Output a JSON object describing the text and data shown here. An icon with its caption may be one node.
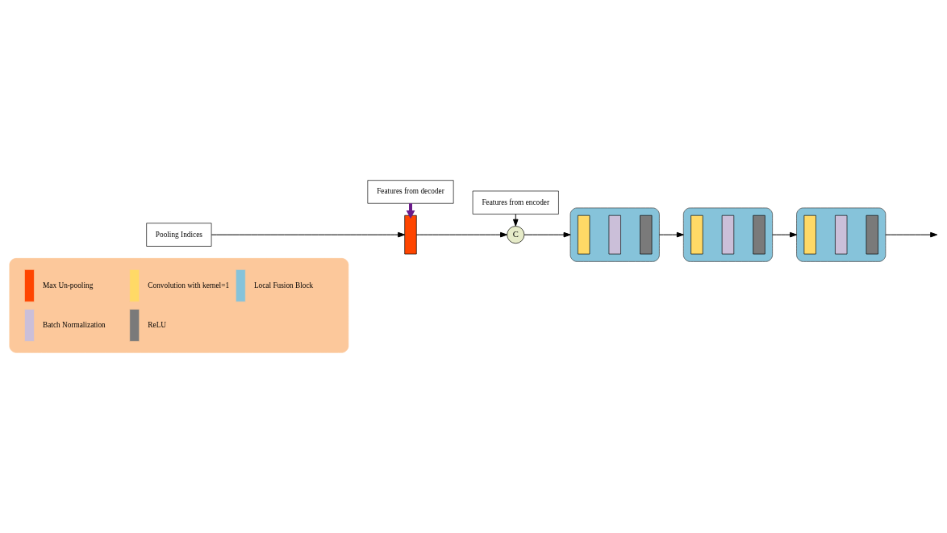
{
  "diagram": {
    "nodes": [
      {
        "text": [
          "Pooling Indices"
        ]
      },
      {
        "text": [],
        "shape": "bar"
      },
      {
        "text": [
          "Features from decoder"
        ]
      },
      {
        "text": [
          "Features from encoder"
        ]
      },
      {
        "text": [
          "C"
        ]
      },
      {
        "text": [],
        "shape": "box"
      },
      {
        "text": [],
        "shape": "bar",
        "in": 5
      },
      {
        "text": [],
        "shape": "bar",
        "in": 5
      },
      {
        "text": [],
        "shape": "bar",
        "in": 5
      },
      {
        "text": [],
        "shape": "box"
      },
      {
        "text": [],
        "shape": "bar",
        "in": 9
      },
      {
        "text": [],
        "shape": "bar",
        "in": 9
      },
      {
        "text": [],
        "shape": "bar",
        "in": 9
      },
      {
        "text": [],
        "shape": "box"
      },
      {
        "text": [],
        "shape": "bar",
        "in": 13
      },
      {
        "text": [],
        "shape": "bar",
        "in": 13
      },
      {
        "text": [],
        "shape": "bar",
        "in": 13
      }
    ],
    "edges": [
      {
        "from": 0,
        "to": 1,
        "arrow": "to"
      },
      {
        "from": 2,
        "to": 1,
        "arrow": "to",
        "style": "thick",
        "color": "#6a1b8a"
      },
      {
        "from": 1,
        "to": 4,
        "arrow": "to"
      },
      {
        "from": 3,
        "to": 4,
        "arrow": "to"
      },
      {
        "from": 4,
        "to": 5,
        "arrow": "to"
      },
      {
        "from": 5,
        "to": 9,
        "arrow": "to"
      },
      {
        "from": 9,
        "to": 13,
        "arrow": "to"
      },
      {
        "from": 13,
        "to": null,
        "arrow": "to"
      }
    ],
    "legend": [
      {
        "text": "Max Un-pooling",
        "color": "#ff4500"
      },
      {
        "text": "Convolution with kernel=1",
        "color": "#ffd966"
      },
      {
        "text": "Local Fusion Block",
        "color": "#86c3da"
      },
      {
        "text": "Batch Normalization",
        "color": "#cbbfd9"
      },
      {
        "text": "ReLU",
        "color": "#7a7a7a"
      }
    ]
  }
}
